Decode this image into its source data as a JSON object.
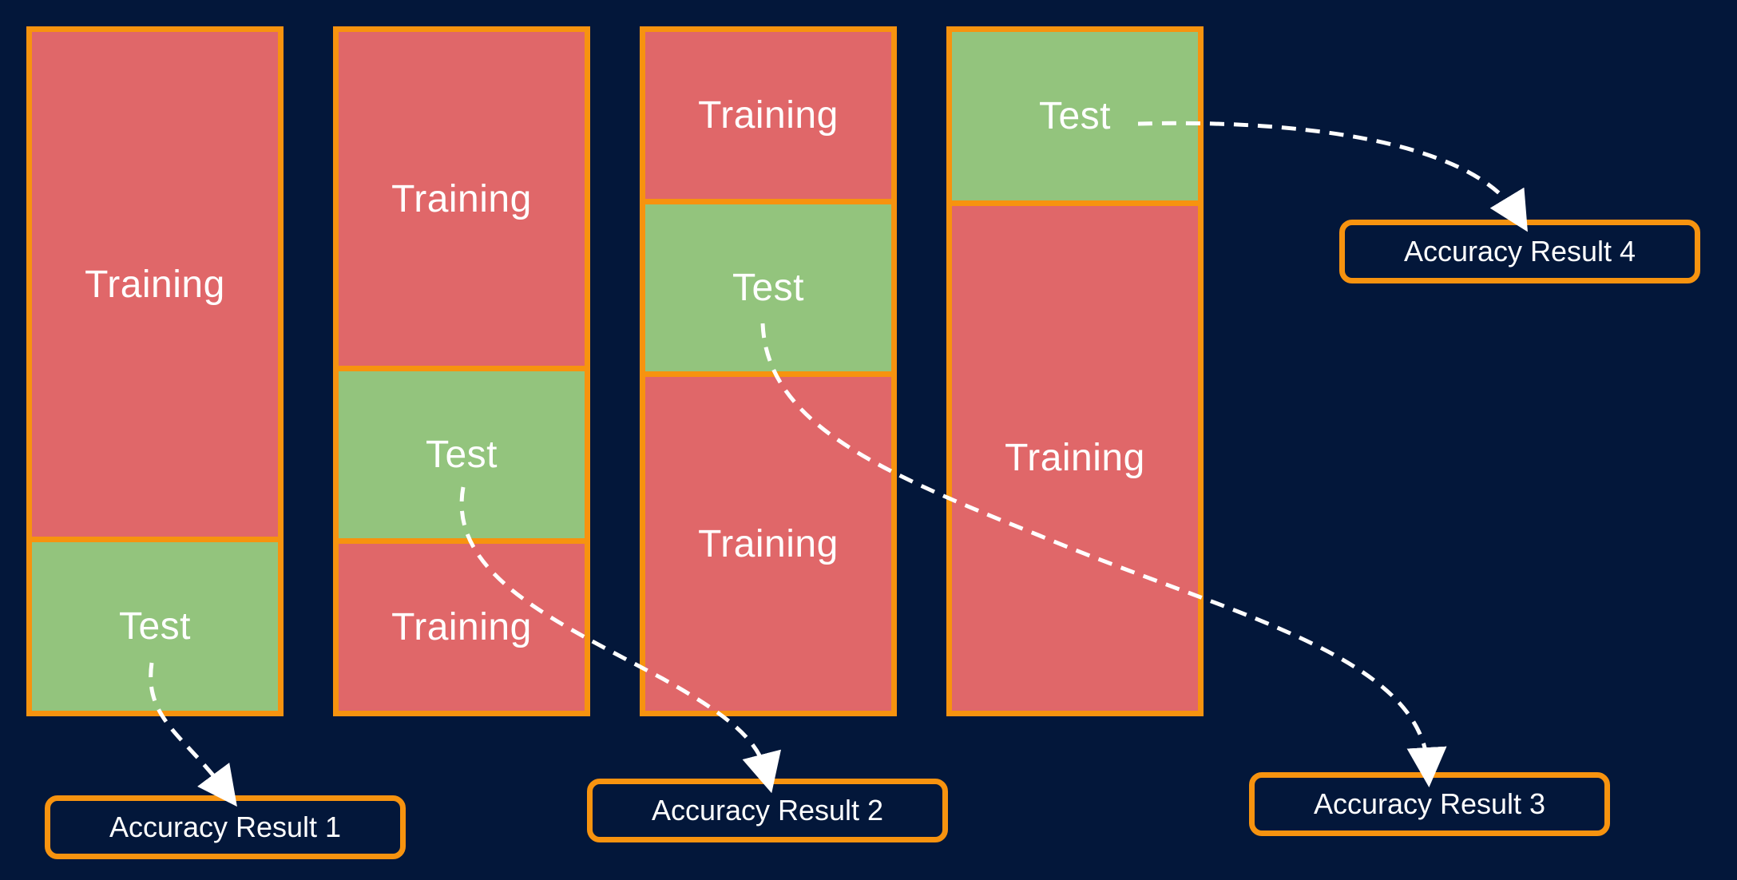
{
  "folds": [
    {
      "segments": [
        {
          "label": "Training",
          "kind": "train",
          "share": 0.75
        },
        {
          "label": "Test",
          "kind": "test",
          "share": 0.25
        }
      ]
    },
    {
      "segments": [
        {
          "label": "Training",
          "kind": "train",
          "share": 0.5
        },
        {
          "label": "Test",
          "kind": "test",
          "share": 0.25
        },
        {
          "label": "Training",
          "kind": "train",
          "share": 0.25
        }
      ]
    },
    {
      "segments": [
        {
          "label": "Training",
          "kind": "train",
          "share": 0.25
        },
        {
          "label": "Test",
          "kind": "test",
          "share": 0.25
        },
        {
          "label": "Training",
          "kind": "train",
          "share": 0.5
        }
      ]
    },
    {
      "segments": [
        {
          "label": "Test",
          "kind": "test",
          "share": 0.25
        },
        {
          "label": "Training",
          "kind": "train",
          "share": 0.75
        }
      ]
    }
  ],
  "results": [
    {
      "label": "Accuracy Result 1"
    },
    {
      "label": "Accuracy Result 2"
    },
    {
      "label": "Accuracy Result 3"
    },
    {
      "label": "Accuracy Result 4"
    }
  ],
  "colors": {
    "background": "#03173a",
    "border": "#f7930f",
    "training": "#e06769",
    "test": "#93c47d",
    "arrow": "#ffffff"
  }
}
